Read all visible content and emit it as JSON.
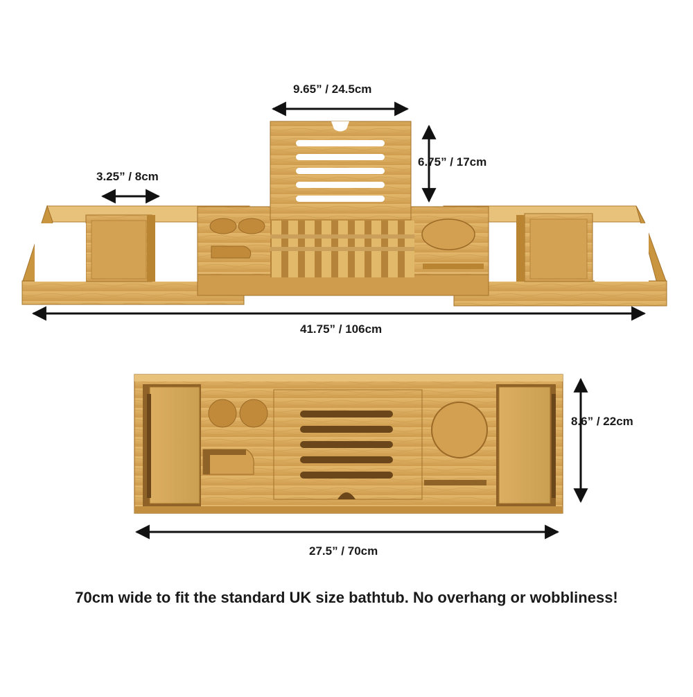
{
  "colors": {
    "wood": "#d9a95c",
    "wood_light": "#e6bd74",
    "wood_dark": "#b98533",
    "wood_shadow": "#8f6228",
    "arrow": "#111111",
    "text": "#1a1a1a",
    "background": "#ffffff"
  },
  "dimensions": {
    "tray_width": "9.65” / 24.5cm",
    "tray_height": "6.75” / 17cm",
    "side_slot_width": "3.25” / 8cm",
    "extended_length": "41.75” / 106cm",
    "closed_depth": "8.6” / 22cm",
    "closed_length": "27.5” / 70cm"
  },
  "caption": "70cm wide to fit the standard UK size bathtub. No overhang or wobbliness!"
}
